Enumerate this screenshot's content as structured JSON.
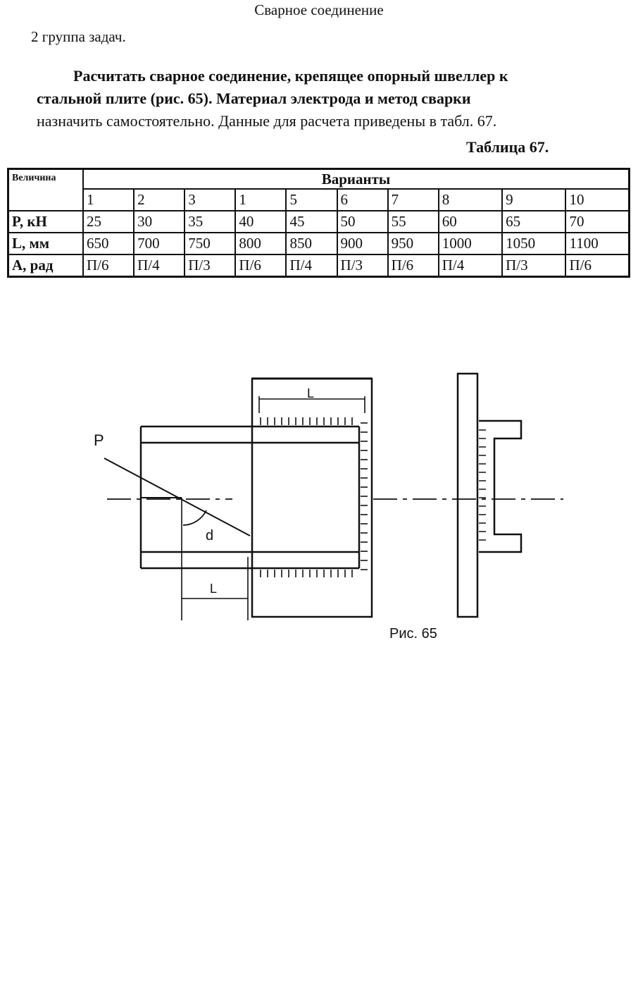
{
  "document": {
    "title": "Сварное соединение",
    "subtitle": "2 группа задач.",
    "task_lines": [
      "Расчитать сварное соединение, крепящее опорный швеллер к",
      "стальной плите (рис. 65). Материал электрода и метод сварки",
      "назначить самостоятельно. Данные для расчета приведены в табл. 67."
    ],
    "table_caption": "Таблица 67.",
    "figure_caption": "Рис.  65"
  },
  "table": {
    "header_quantity": "Величина",
    "header_variants": "Варианты",
    "variant_numbers": [
      "1",
      "2",
      "3",
      "1",
      "5",
      "6",
      "7",
      "8",
      "9",
      "10"
    ],
    "rows": [
      {
        "label": "P, кН",
        "values": [
          "25",
          "30",
          "35",
          "40",
          "45",
          "50",
          "55",
          "60",
          "65",
          "70"
        ]
      },
      {
        "label": "L, мм",
        "values": [
          "650",
          "700",
          "750",
          "800",
          "850",
          "900",
          "950",
          "1000",
          "1050",
          "1100"
        ]
      },
      {
        "label": "A, рад",
        "values": [
          "П/6",
          "П/4",
          "П/3",
          "П/6",
          "П/4",
          "П/3",
          "П/6",
          "П/4",
          "П/3",
          "П/6"
        ]
      }
    ]
  },
  "diagram": {
    "label_P": "P",
    "label_d": "d",
    "label_L_top": "L",
    "label_L_bottom": "L"
  }
}
